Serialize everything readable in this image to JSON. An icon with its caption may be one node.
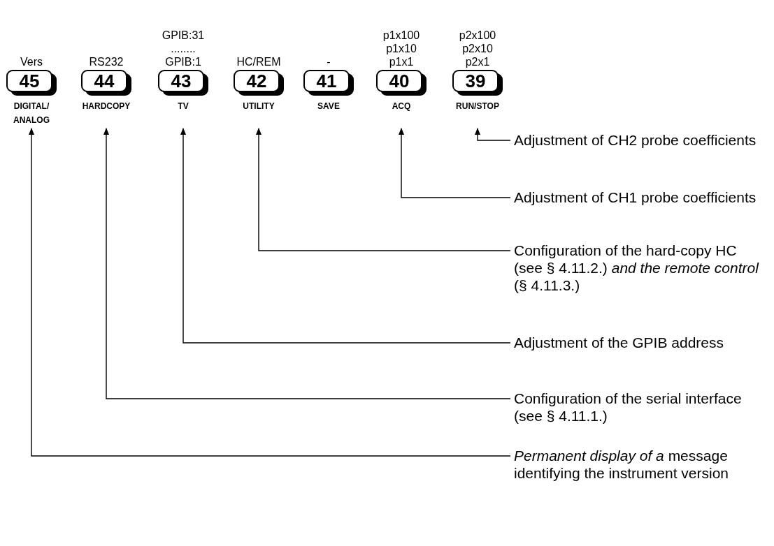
{
  "diagram": {
    "nodes": [
      {
        "text": [
          "45"
        ],
        "beside": [
          "Vers",
          "DIGITAL/ ANALOG"
        ]
      },
      {
        "text": [
          "44"
        ],
        "beside": [
          "RS232",
          "HARDCOPY"
        ]
      },
      {
        "text": [
          "43"
        ],
        "beside": [
          "GPIB:31",
          "........",
          "GPIB:1",
          "TV"
        ]
      },
      {
        "text": [
          "42"
        ],
        "beside": [
          "HC/REM",
          "UTILITY"
        ]
      },
      {
        "text": [
          "41"
        ],
        "beside": [
          "-",
          "SAVE"
        ]
      },
      {
        "text": [
          "40"
        ],
        "beside": [
          "p1x100",
          "p1x10",
          "p1x1",
          "ACQ"
        ]
      },
      {
        "text": [
          "39"
        ],
        "beside": [
          "p2x100",
          "p2x10",
          "p2x1",
          "RUN/STOP"
        ]
      },
      {
        "text": [
          "Adjustment of CH2 probe coefficients"
        ]
      },
      {
        "text": [
          "Adjustment of CH1 probe coefficients"
        ]
      },
      {
        "text": [
          "Configuration of the hard-copy HC (see § 4.11.2.) *and the remote control* (§ 4.11.3.)"
        ]
      },
      {
        "text": [
          "Adjustment of the GPIB address"
        ]
      },
      {
        "text": [
          "Configuration of the serial interface (see § 4.11.1.)"
        ]
      },
      {
        "text": [
          "*Permanent display of a* message identifying the instrument version"
        ]
      }
    ],
    "edges": [
      {
        "from": 7,
        "to": 6,
        "arrow": "to"
      },
      {
        "from": 8,
        "to": 5,
        "arrow": "to"
      },
      {
        "from": 9,
        "to": 3,
        "arrow": "to"
      },
      {
        "from": 10,
        "to": 2,
        "arrow": "to"
      },
      {
        "from": 11,
        "to": 1,
        "arrow": "to"
      },
      {
        "from": 12,
        "to": 0,
        "arrow": "to"
      }
    ]
  }
}
